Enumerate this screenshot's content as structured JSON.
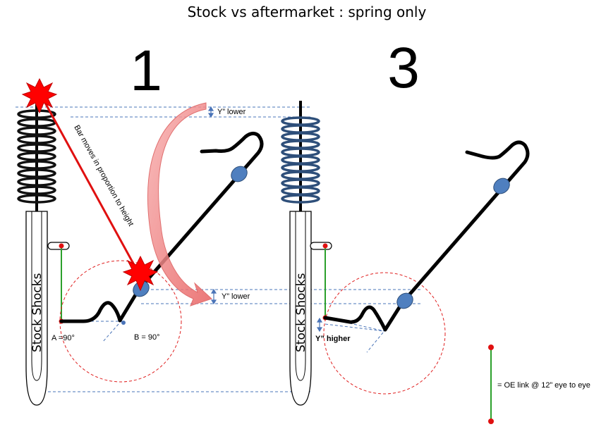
{
  "title": "Stock vs aftermarket : spring only",
  "panels": [
    {
      "number": "1",
      "shock_label": "Stock Shocks"
    },
    {
      "number": "3",
      "shock_label": "Stock Shocks"
    }
  ],
  "annotations": {
    "bar_moves": "Bar moves in proportion to height",
    "y_lower_top": "Y” lower",
    "y_lower_mid": "Y” lower",
    "angle_a": "A =90°",
    "angle_b": "B = 90°",
    "y_higher": "Y” higher"
  },
  "legend": {
    "text": "= OE link @ 12” eye to eye"
  },
  "colors": {
    "spring_stock": "#111111",
    "spring_aftermarket": "#2e4f7a",
    "link_green": "#2ca02c",
    "dot_red": "#e01010",
    "guide_blue": "#4a74b8",
    "circle_red": "#e02020",
    "bushing_blue": "#4f7fbf",
    "arrow_pink": "#f08080",
    "burst_red": "#ff0000"
  }
}
